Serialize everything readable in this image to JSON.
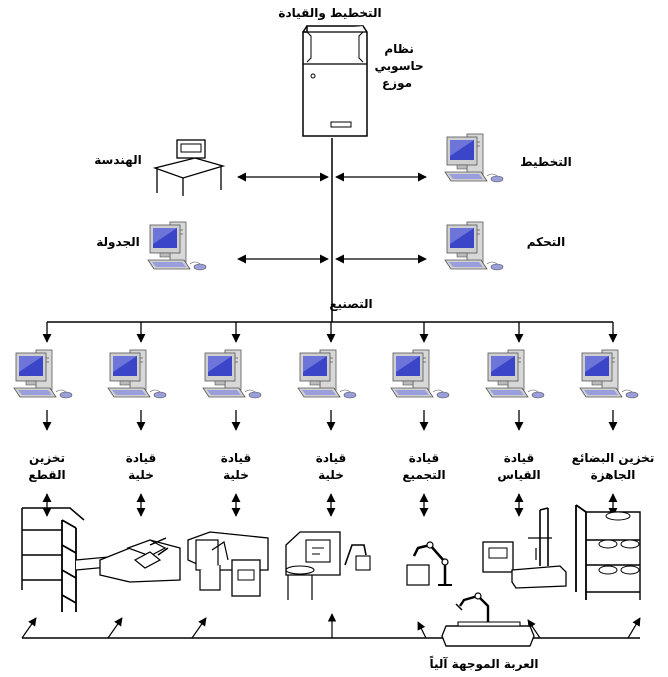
{
  "labels": {
    "top_title": "التخطيط والقيادة",
    "server_caption": "نظام\nحاسوبي\nموزع",
    "engineering": "الهندسة",
    "planning": "التخطيط",
    "scheduling": "الجدولة",
    "control": "التحكم",
    "manufacturing": "التصنيع",
    "agv": "العربة الموجهة آلياً"
  },
  "stations": [
    {
      "label": "تخزين\nالقطع"
    },
    {
      "label": "قيادة\nخلية"
    },
    {
      "label": "قيادة\nخلية"
    },
    {
      "label": "قيادة\nخلية"
    },
    {
      "label": "قيادة\nالتجميع"
    },
    {
      "label": "قيادة\nالقياس"
    },
    {
      "label": "تخزين البضائع\nالجاهزة"
    }
  ],
  "colors": {
    "screen": "#3a45c8",
    "screen_light": "#8f96e8",
    "case": "#d8d8d8",
    "keyboard": "#9a9fdc",
    "line": "#000000"
  },
  "icons": [
    "server-icon",
    "desk-icon",
    "computer-icon",
    "robot-arm-icon",
    "agv-icon",
    "storage-rack-icon"
  ]
}
